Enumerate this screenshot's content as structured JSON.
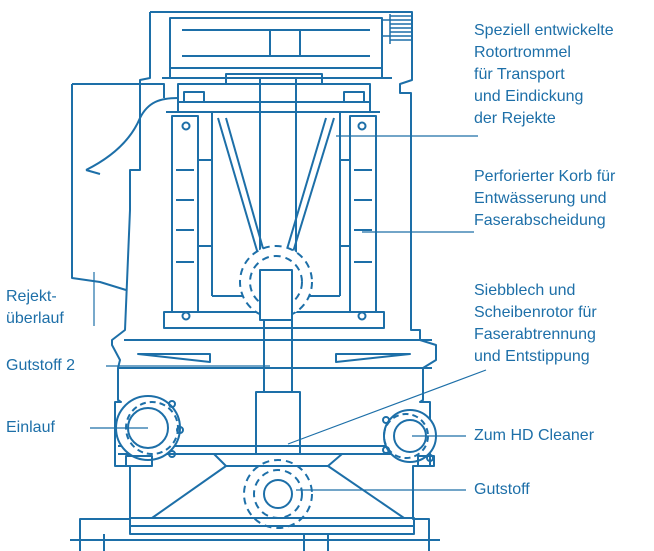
{
  "diagram": {
    "stroke_color": "#1d6fa8",
    "fill_color": "#ffffff",
    "labels": {
      "rotor_drum": "Speziell entwickelte\nRotortrommel\nfür Transport\nund Eindickung\nder Rejekte",
      "perforated_basket": "Perforierter Korb für\nEntwässerung und\nFaserabscheidung",
      "screen_plate": "Siebblech und\nScheibenrotor für\nFaserabtrennung\nund Entstippung",
      "reject_overflow": "Rejekt-\nüberlauf",
      "accepts_2": "Gutstoff 2",
      "inlet": "Einlauf",
      "to_hd_cleaner": "Zum HD Cleaner",
      "accepts": "Gutstoff"
    }
  }
}
